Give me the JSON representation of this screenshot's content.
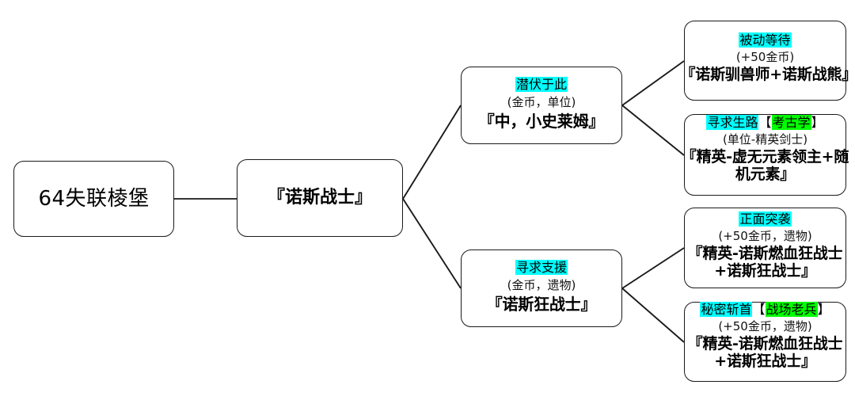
{
  "diagram": {
    "type": "tree",
    "orientation": "left-to-right",
    "colors": {
      "highlight_cyan": "#00FFFF",
      "highlight_green": "#00FF00",
      "node_border": "#1A1A1A",
      "node_background": "#FFFFFF",
      "text": "#000000"
    },
    "root": {
      "label": "64失联棱堡"
    },
    "stage": {
      "label": "『诺斯战士』"
    },
    "branches": [
      {
        "id": "branch-upper",
        "title": "潜伏于此",
        "title_tag": "",
        "reward": "(金币，单位)",
        "encounter": "『中，小史莱姆』",
        "children": [
          {
            "id": "leaf-1",
            "title": "被动等待",
            "title_tag": "",
            "reward": "(+50金币)",
            "encounter": "『诺斯驯兽师+诺斯战熊』"
          },
          {
            "id": "leaf-2",
            "title": "寻求生路",
            "title_tag": "考古学",
            "reward": "(单位-精英剑士)",
            "encounter": "『精英-虚无元素领主+随机元素』"
          }
        ]
      },
      {
        "id": "branch-lower",
        "title": "寻求支援",
        "title_tag": "",
        "reward": "(金币，遗物)",
        "encounter": "『诺斯狂战士』",
        "children": [
          {
            "id": "leaf-3",
            "title": "正面突袭",
            "title_tag": "",
            "reward": "(+50金币，遗物)",
            "encounter": "『精英-诺斯燃血狂战士+诺斯狂战士』"
          },
          {
            "id": "leaf-4",
            "title": "秘密斩首",
            "title_tag": "战场老兵",
            "reward": "(+50金币，遗物)",
            "encounter": "『精英-诺斯燃血狂战士+诺斯狂战士』"
          }
        ]
      }
    ],
    "bracket_open": "【",
    "bracket_close": "】"
  }
}
